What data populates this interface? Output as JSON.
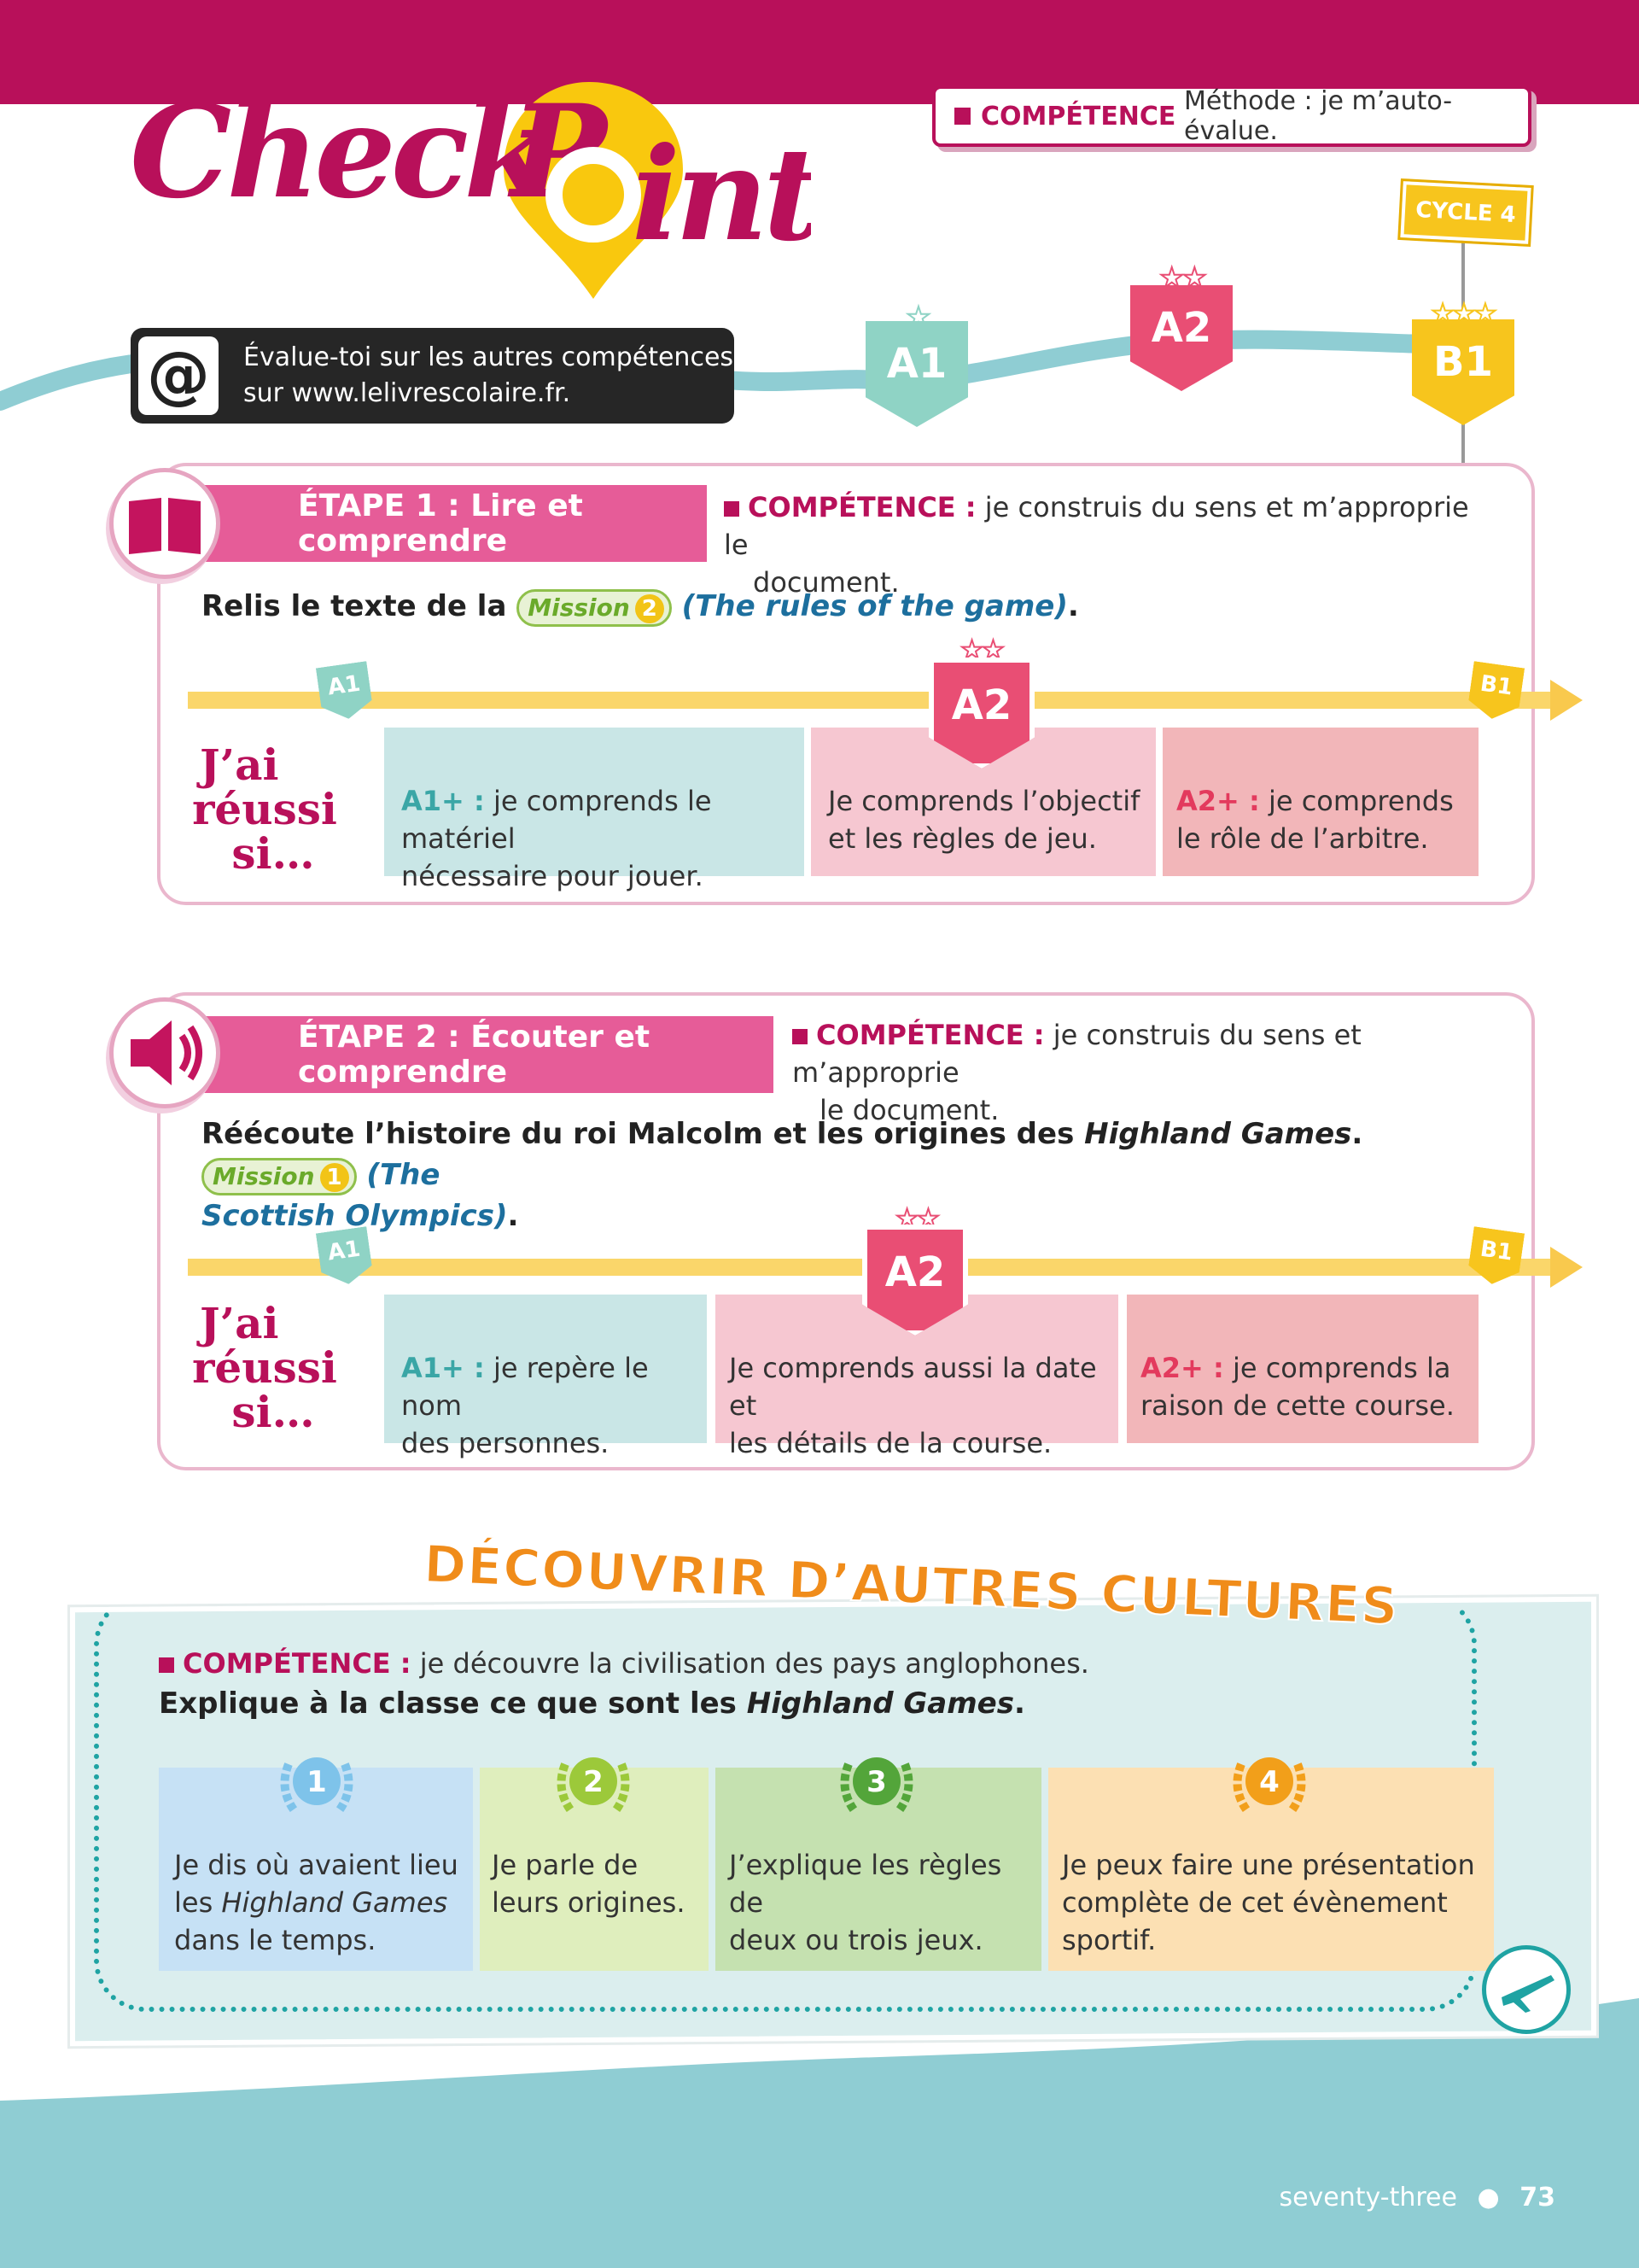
{
  "header": {
    "logo_text": "CheckPoint",
    "competence_label": "COMPÉTENCE",
    "competence_text": "Méthode : je m’auto-évalue.",
    "cycle_badge": "CYCLE 4",
    "eval_line1": "Évalue-toi sur les autres compétences",
    "eval_line2": "sur www.lelivrescolaire.fr.",
    "levels": [
      "A1",
      "A2",
      "B1"
    ]
  },
  "step1": {
    "tab_label": "ÉTAPE 1 : Lire et comprendre",
    "competence_label": "COMPÉTENCE :",
    "competence_line1": "je construis du sens et m’approprie le",
    "competence_line2": "document.",
    "instruction_prefix": "Relis le texte de la",
    "mission_label": "Mission",
    "mission_number": "2",
    "mission_title": "(The rules of the game)",
    "instruction_suffix": ".",
    "reussi": [
      "J’ai",
      "réussi",
      "si…"
    ],
    "track_levels": {
      "start": "A1",
      "mid": "A2",
      "end": "B1"
    },
    "cells": [
      {
        "level": "A1+ :",
        "line1": "je comprends le matériel",
        "line2": "nécessaire pour jouer."
      },
      {
        "level": "",
        "line1": "Je comprends l’objectif",
        "line2": "et les règles de jeu."
      },
      {
        "level": "A2+ :",
        "line1": "je comprends",
        "line2": "le rôle de l’arbitre."
      }
    ]
  },
  "step2": {
    "tab_label": "ÉTAPE 2 : Écouter et comprendre",
    "competence_label": "COMPÉTENCE :",
    "competence_line1": "je construis du sens et m’approprie",
    "competence_line2": "le document.",
    "instruction_prefix": "Réécoute l’histoire du roi Malcolm et les origines des",
    "instruction_italic": "Highland Games",
    "instruction_mid": ".",
    "mission_label": "Mission",
    "mission_number": "1",
    "mission_title_1": "(The",
    "mission_title_2": "Scottish Olympics)",
    "instruction_suffix": ".",
    "reussi": [
      "J’ai",
      "réussi",
      "si…"
    ],
    "track_levels": {
      "start": "A1",
      "mid": "A2",
      "end": "B1"
    },
    "cells": [
      {
        "level": "A1+ :",
        "line1": "je repère le nom",
        "line2": "des personnes."
      },
      {
        "level": "",
        "line1": "Je comprends aussi la date et",
        "line2": "les détails de la course."
      },
      {
        "level": "A2+ :",
        "line1": "je comprends la",
        "line2": "raison de cette course."
      }
    ]
  },
  "culture": {
    "title": "DÉCOUVRIR D’AUTRES CULTURES",
    "competence_label": "COMPÉTENCE :",
    "competence_text": "je découvre la civilisation des pays anglophones.",
    "instruction_prefix": "Explique à la classe ce que sont les",
    "instruction_italic": "Highland Games",
    "instruction_suffix": ".",
    "steps": [
      {
        "num": "1",
        "line1": "Je dis où avaient lieu",
        "line2_prefix": "les ",
        "line2_italic": "Highland Games",
        "line3": "dans le temps.",
        "color": "#c6e1f5",
        "laurel": "#7ec3ea"
      },
      {
        "num": "2",
        "line1": "Je parle de",
        "line2_prefix": "leurs origines.",
        "line2_italic": "",
        "line3": "",
        "color": "#dfeebd",
        "laurel": "#9cc93a"
      },
      {
        "num": "3",
        "line1": "J’explique les règles de",
        "line2_prefix": "deux ou trois jeux.",
        "line2_italic": "",
        "line3": "",
        "color": "#c5e1b0",
        "laurel": "#53a53a"
      },
      {
        "num": "4",
        "line1": "Je peux faire une présentation",
        "line2_prefix": "complète de cet évènement",
        "line2_italic": "",
        "line3": "sportif.",
        "color": "#fce0b3",
        "laurel": "#f29f1a"
      }
    ]
  },
  "footer": {
    "page_words": "seventy-three",
    "page_number": "73"
  },
  "colors": {
    "brand": "#b8105a",
    "step_tab": "#e65c98",
    "a1": "#8fd3c5",
    "a2": "#e94e74",
    "b1": "#f7c51d",
    "teal": "#8fcdd3"
  }
}
